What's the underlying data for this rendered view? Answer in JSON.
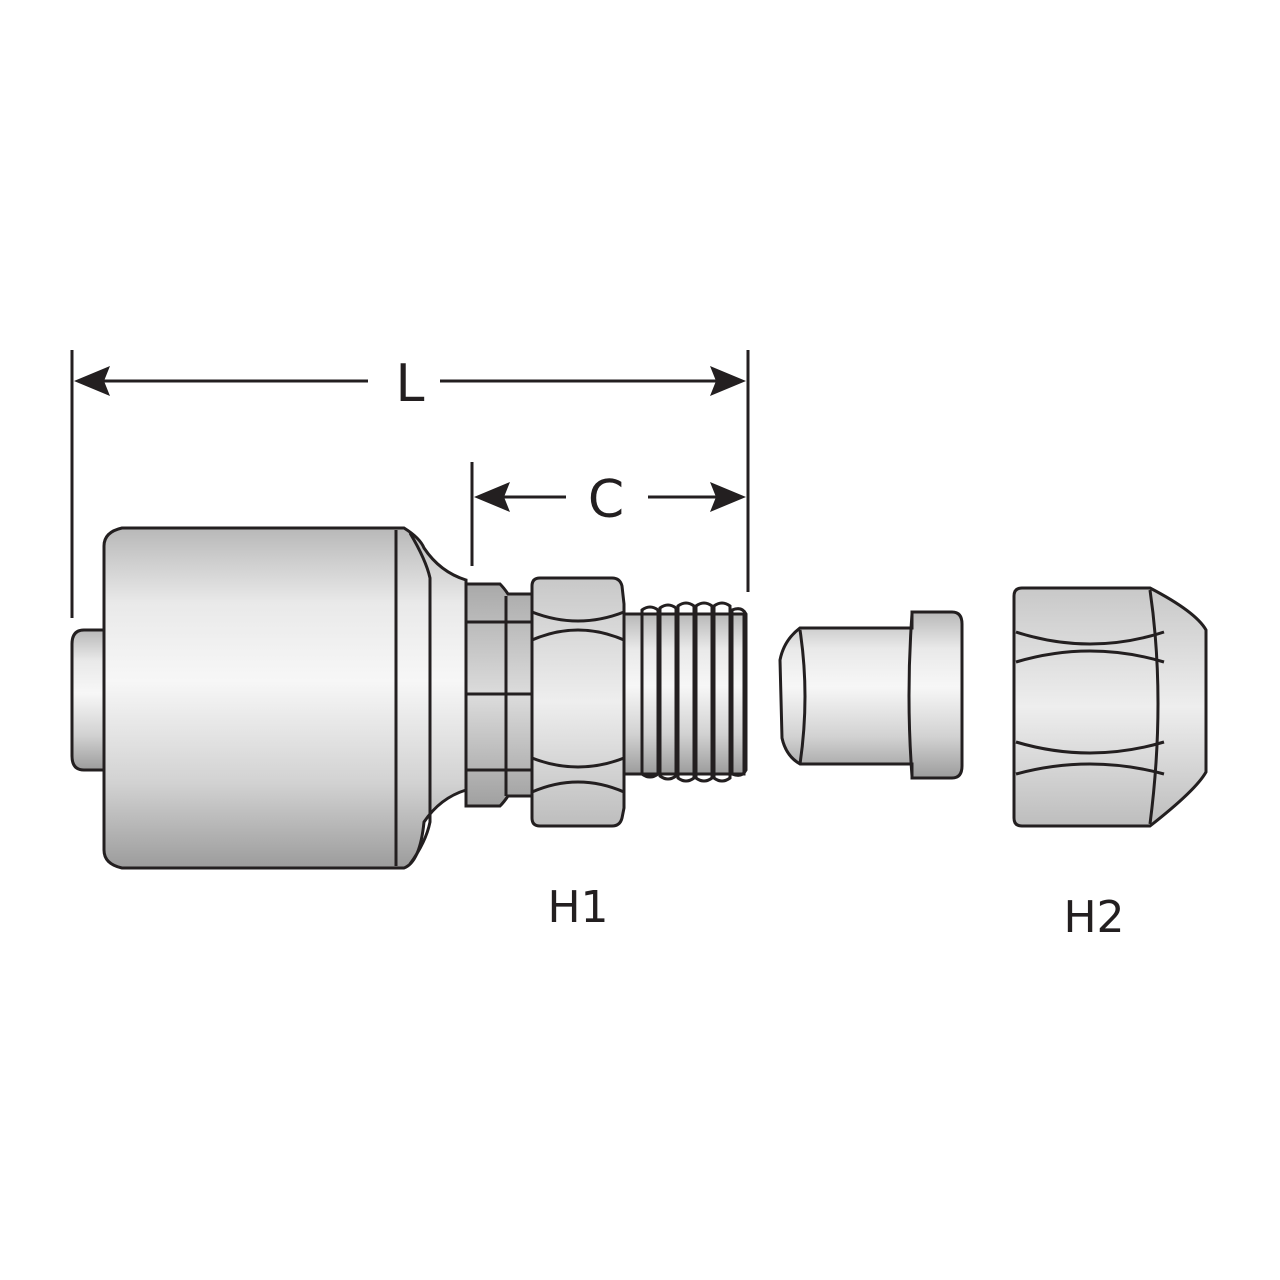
{
  "labels": {
    "L": "L",
    "C": "C",
    "H1": "H1",
    "H2": "H2"
  },
  "colors": {
    "outline": "#231f20",
    "metal_light": "#f4f4f4",
    "metal_mid": "#cfcfcf",
    "metal_dark": "#9a9a9a",
    "background": "#ffffff"
  }
}
